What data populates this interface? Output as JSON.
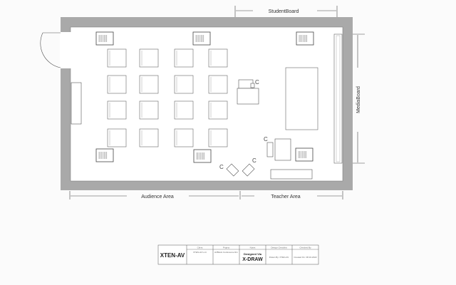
{
  "dimensions": {
    "student_board": "StudentBoard",
    "media_board": "MediaBoard",
    "audience_area": "Audience Area",
    "teacher_area": "Teacher Area"
  },
  "title_block": {
    "logo": "XTEN-AV",
    "columns": [
      {
        "header": "Client",
        "value": "XTEN-AV LLC"
      },
      {
        "header": "Project",
        "value": "AVBlock Conference Rm"
      },
      {
        "header": "Notes",
        "value": "Designed Via",
        "value2": "X-DRAW"
      },
      {
        "header": "Design Checklist",
        "value": "Drawn By: XTEN-AV"
      },
      {
        "header": "Checked By",
        "value": "Created On: 08.19.2022"
      }
    ]
  },
  "colors": {
    "wall": "#a9a9a9",
    "line": "#555555"
  }
}
